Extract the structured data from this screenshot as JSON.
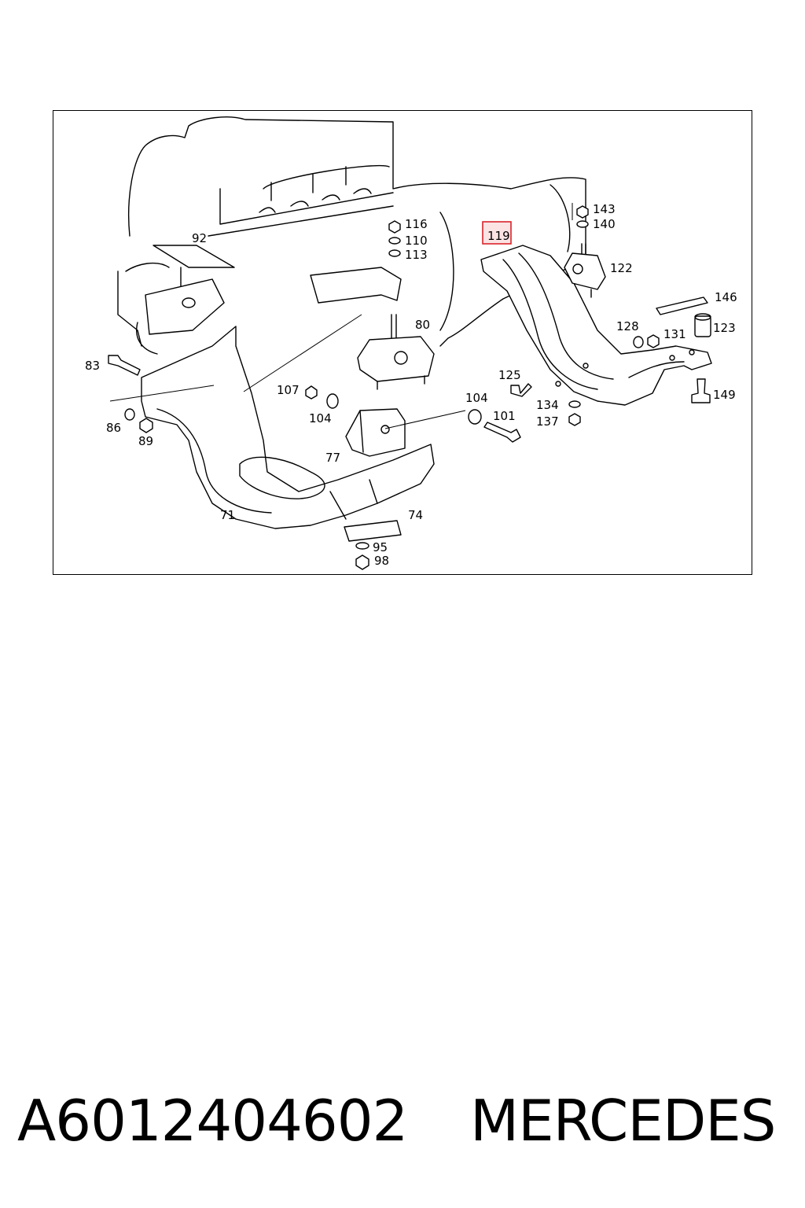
{
  "callouts": {
    "c143": "143",
    "c140": "140",
    "c116": "116",
    "c110": "110",
    "c113": "113",
    "c119": "119",
    "c122": "122",
    "c92": "92",
    "c146": "146",
    "c80": "80",
    "c128": "128",
    "c131": "131",
    "c123": "123",
    "c83": "83",
    "c125": "125",
    "c107": "107",
    "c104a": "104",
    "c104b": "104",
    "c149": "149",
    "c134": "134",
    "c101": "101",
    "c137": "137",
    "c86": "86",
    "c89": "89",
    "c77": "77",
    "c71": "71",
    "c74": "74",
    "c95": "95",
    "c98": "98"
  },
  "highlight": {
    "part": "119",
    "color": "#d9242b",
    "fill": "#fbe3e4"
  },
  "caption": {
    "part_number": "A6012404602",
    "brand": "MERCEDES"
  }
}
